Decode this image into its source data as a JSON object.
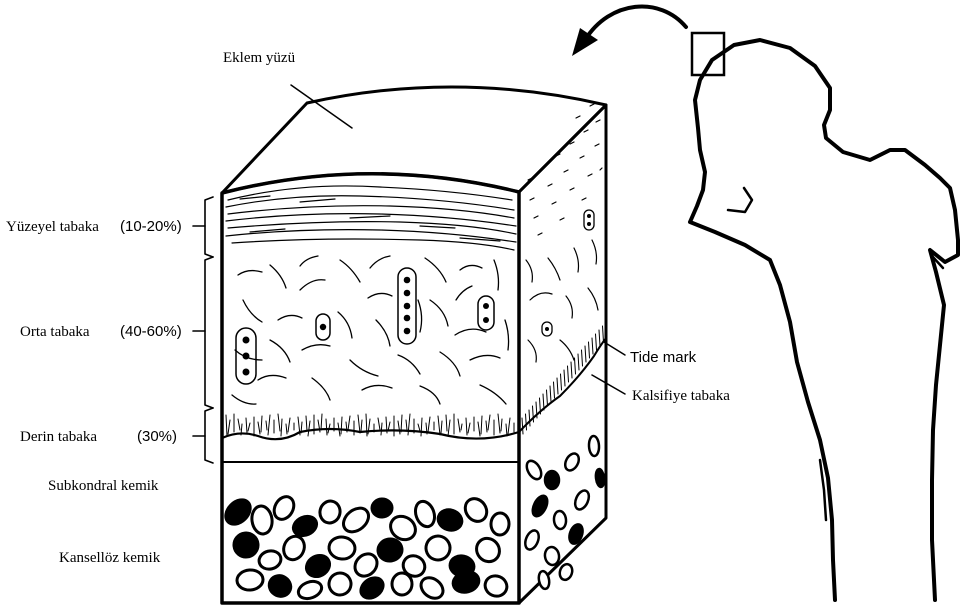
{
  "labels": {
    "articular_surface": "Eklem yüzü",
    "superficial_layer": "Yüzeyel tabaka",
    "superficial_pct": "(10-20%)",
    "middle_layer": "Orta tabaka",
    "middle_pct": "(40-60%)",
    "deep_layer": "Derin tabaka",
    "deep_pct": "(30%)",
    "subchondral_bone": "Subkondral kemik",
    "cancellous_bone": "Kansellöz kemik",
    "tide_mark": "Tide mark",
    "calcified_layer": "Kalsifiye tabaka"
  },
  "colors": {
    "ink": "#000000",
    "background": "#ffffff"
  },
  "icons": {
    "callout_arrow": "curved-arrow-icon",
    "location_box": "square-marker-icon"
  }
}
